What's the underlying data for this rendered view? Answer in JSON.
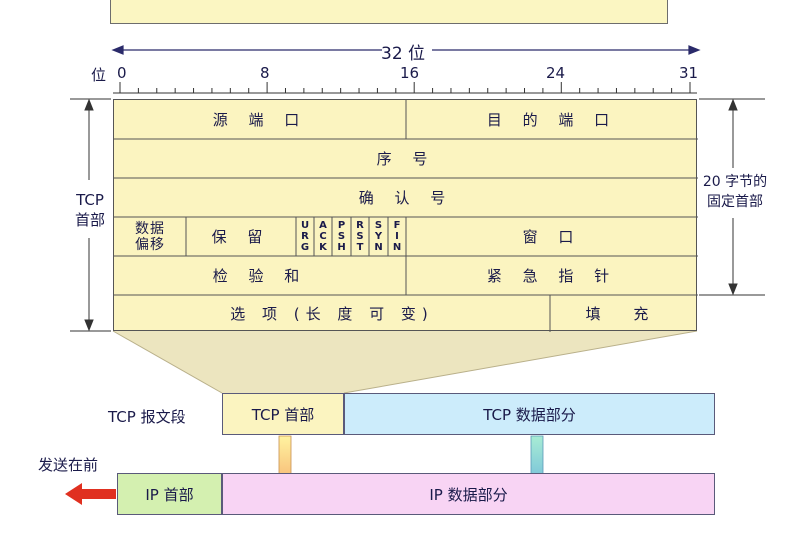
{
  "ruler": {
    "width_label": "32 位",
    "unit_label": "位",
    "ticks": [
      "0",
      "8",
      "16",
      "24",
      "31"
    ]
  },
  "header": {
    "rows": [
      {
        "cells": [
          "源 端 口",
          "目 的 端 口"
        ]
      },
      {
        "cells": [
          "序 号"
        ]
      },
      {
        "cells": [
          "确 认 号"
        ]
      },
      {
        "cells": [
          "数据\n偏移",
          "保 留",
          "窗 口"
        ]
      },
      {
        "cells": [
          "检 验 和",
          "紧 急 指 针"
        ]
      },
      {
        "cells": [
          "选 项 (长 度 可 变)",
          "填 充"
        ]
      }
    ],
    "flags": [
      "URG",
      "ACK",
      "PSH",
      "RST",
      "SYN",
      "FIN"
    ],
    "left_label": "TCP\n首部",
    "right_label": "20 字节的\n固定首部"
  },
  "segment": {
    "label": "TCP 报文段",
    "header_box": "TCP 首部",
    "data_box": "TCP 数据部分"
  },
  "ip": {
    "send_first": "发送在前",
    "header_box": "IP 首部",
    "data_box": "IP 数据部分"
  },
  "colors": {
    "header_fill": "#fbf4c0",
    "tcp_data_fill": "#ccecfb",
    "ip_header_fill": "#d4f0b0",
    "ip_data_fill": "#f8d4f4",
    "cone_fill": "#ece5bf",
    "send_arrow": "#e03020"
  }
}
